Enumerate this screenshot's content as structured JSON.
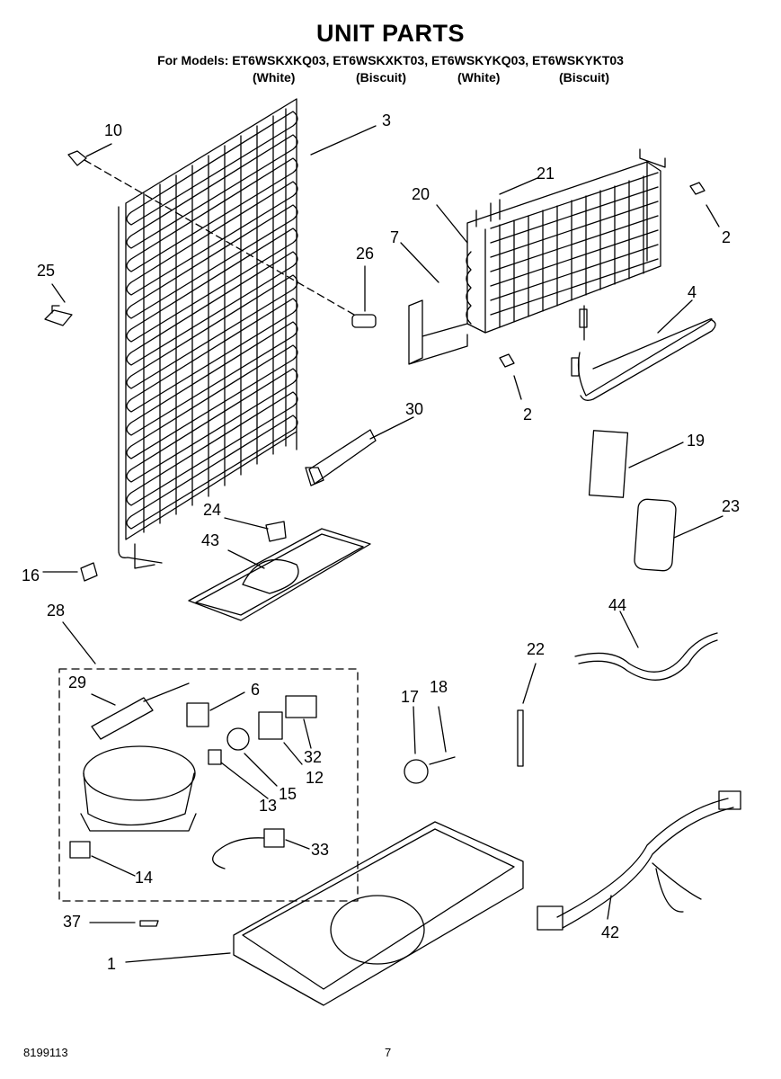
{
  "header": {
    "title": "UNIT PARTS",
    "models": "For Models: ET6WSKXKQ03, ET6WSKXKT03, ET6WSKYKQ03, ET6WSKYKT03",
    "colors": [
      "(White)",
      "(Biscuit)",
      "(White)",
      "(Biscuit)"
    ]
  },
  "callouts": {
    "c1": "1",
    "c2a": "2",
    "c2b": "2",
    "c3": "3",
    "c4": "4",
    "c6": "6",
    "c7": "7",
    "c10": "10",
    "c12": "12",
    "c13": "13",
    "c14": "14",
    "c15": "15",
    "c16": "16",
    "c17": "17",
    "c18": "18",
    "c19": "19",
    "c20": "20",
    "c21": "21",
    "c22": "22",
    "c23": "23",
    "c24": "24",
    "c25": "25",
    "c26": "26",
    "c28": "28",
    "c29": "29",
    "c30": "30",
    "c32": "32",
    "c33": "33",
    "c37": "37",
    "c42": "42",
    "c43": "43",
    "c44": "44"
  },
  "footer": {
    "doc_number": "8199113",
    "page": "7"
  }
}
